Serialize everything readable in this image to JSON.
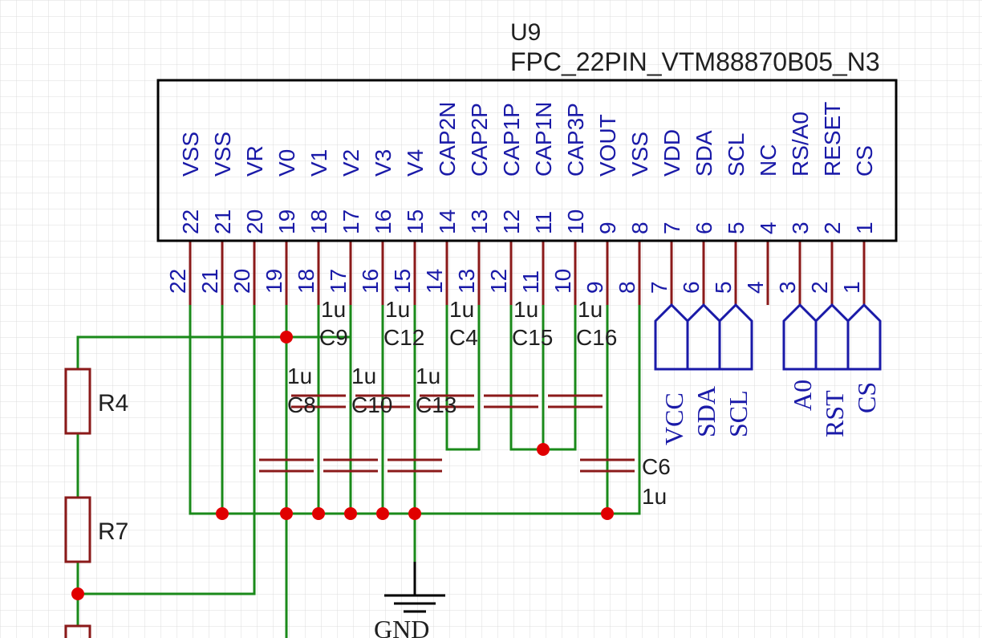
{
  "colors": {
    "background": "#ffffff",
    "grid": "#dcdcdc",
    "wire": "#1a8a1a",
    "component": "#8b1a1a",
    "pin_text": "#1a1aa8",
    "part_text": "#202020",
    "junction": "#e00000"
  },
  "u9": {
    "ref": "U9",
    "value": "FPC_22PIN_VTM88870B05_N3",
    "pin_names": [
      "CS",
      "RESET",
      "RS/A0",
      "NC",
      "SCL",
      "SDA",
      "VDD",
      "VSS",
      "VOUT",
      "CAP3P",
      "CAP1N",
      "CAP1P",
      "CAP2P",
      "CAP2N",
      "V4",
      "V3",
      "V2",
      "V1",
      "V0",
      "VR",
      "VSS",
      "VSS"
    ],
    "pin_numbers": [
      "1",
      "2",
      "3",
      "4",
      "5",
      "6",
      "7",
      "8",
      "9",
      "10",
      "11",
      "12",
      "13",
      "14",
      "15",
      "16",
      "17",
      "18",
      "19",
      "20",
      "21",
      "22"
    ]
  },
  "net_ports": {
    "vcc": "VCC",
    "sda": "SDA",
    "scl": "SCL",
    "a0": "A0",
    "rst": "RST",
    "cs": "CS"
  },
  "capacitors": {
    "c9": {
      "ref": "C9",
      "value": "1u"
    },
    "c12": {
      "ref": "C12",
      "value": "1u"
    },
    "c4": {
      "ref": "C4",
      "value": "1u"
    },
    "c15": {
      "ref": "C15",
      "value": "1u"
    },
    "c16": {
      "ref": "C16",
      "value": "1u"
    },
    "c8": {
      "ref": "C8",
      "value": "1u"
    },
    "c10": {
      "ref": "C10",
      "value": "1u"
    },
    "c13": {
      "ref": "C13",
      "value": "1u"
    },
    "c6": {
      "ref": "C6",
      "value": "1u"
    }
  },
  "resistors": {
    "r4": {
      "ref": "R4"
    },
    "r7": {
      "ref": "R7"
    }
  },
  "gnd_label": "GND"
}
